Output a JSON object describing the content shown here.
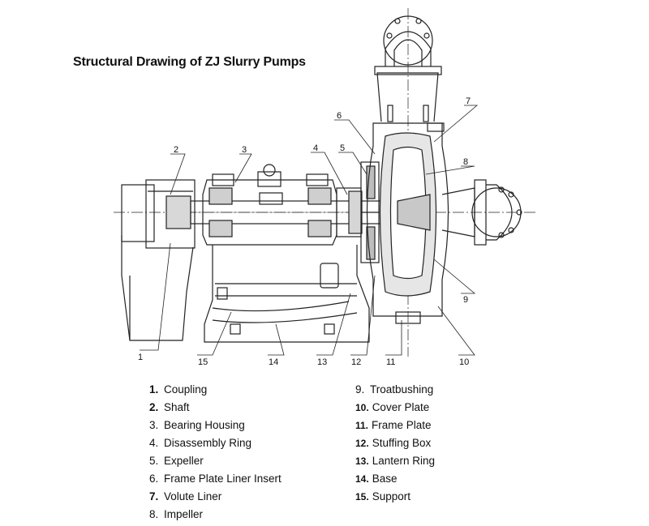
{
  "title": "Structural Drawing of ZJ Slurry Pumps",
  "callouts": [
    "1",
    "2",
    "3",
    "4",
    "5",
    "6",
    "7",
    "8",
    "9",
    "10",
    "11",
    "12",
    "13",
    "14",
    "15"
  ],
  "legend_left": [
    {
      "num": "1.",
      "label": "Coupling"
    },
    {
      "num": "2.",
      "label": "Shaft"
    },
    {
      "num": "3.",
      "label": "Bearing Housing"
    },
    {
      "num": "4.",
      "label": "Disassembly Ring"
    },
    {
      "num": "5.",
      "label": "Expeller"
    },
    {
      "num": "6.",
      "label": "Frame Plate Liner Insert"
    },
    {
      "num": "7.",
      "label": "Volute Liner"
    },
    {
      "num": "8.",
      "label": "Impeller"
    }
  ],
  "legend_right": [
    {
      "num": "9.",
      "label": "Troatbushing"
    },
    {
      "num": "10.",
      "label": "Cover Plate"
    },
    {
      "num": "11.",
      "label": "Frame Plate"
    },
    {
      "num": "12.",
      "label": "Stuffing Box"
    },
    {
      "num": "13.",
      "label": "Lantern Ring"
    },
    {
      "num": "14.",
      "label": "Base"
    },
    {
      "num": "15.",
      "label": "Support"
    }
  ]
}
